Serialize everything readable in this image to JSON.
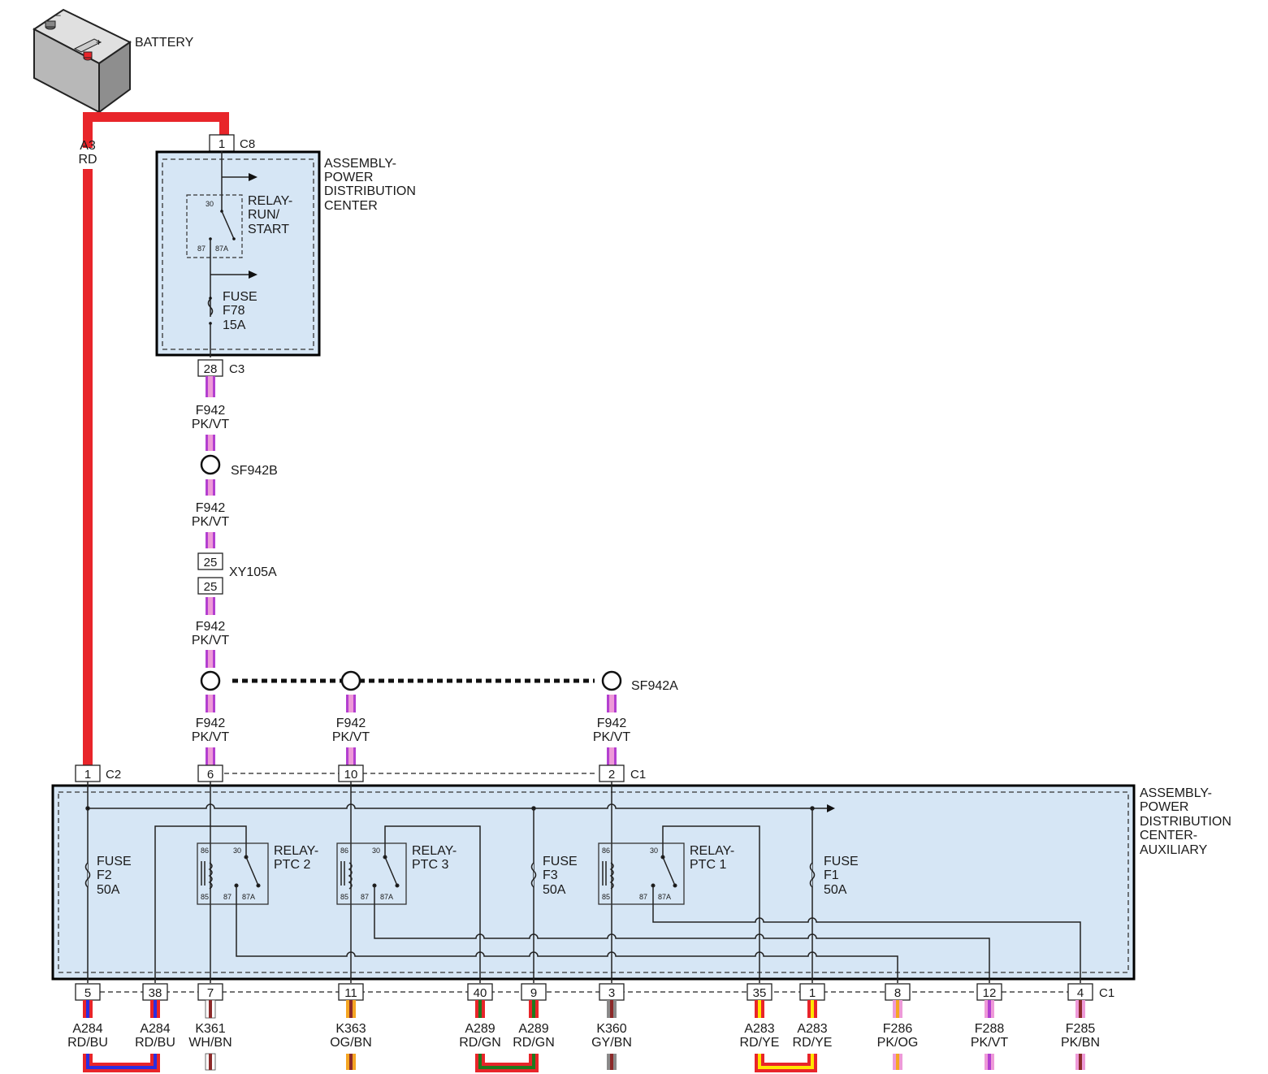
{
  "battery": {
    "label": "BATTERY"
  },
  "pdc": {
    "title": [
      "ASSEMBLY-",
      "POWER",
      "DISTRIBUTION",
      "CENTER"
    ],
    "relay": [
      "RELAY-",
      "RUN/",
      "START"
    ],
    "relay_pins": [
      "30",
      "87",
      "87A"
    ],
    "fuse": [
      "FUSE",
      "F78",
      "15A"
    ],
    "in_pin": "1",
    "in_conn": "C8",
    "out_pin": "28",
    "out_conn": "C3"
  },
  "battery_wire": {
    "circuit": "A3",
    "color": "RD"
  },
  "f942_wire": {
    "circuit": "F942",
    "color": "PK/VT"
  },
  "splices": {
    "b": "SF942B",
    "a": "SF942A"
  },
  "inline_connector": {
    "pin_top": "25",
    "pin_bottom": "25",
    "name": "XY105A"
  },
  "pdca": {
    "title": [
      "ASSEMBLY-",
      "POWER",
      "DISTRIBUTION",
      "CENTER-",
      "AUXILIARY"
    ],
    "top_pins": [
      {
        "pin": "1",
        "conn": "C2"
      },
      {
        "pin": "6"
      },
      {
        "pin": "10"
      },
      {
        "pin": "2",
        "conn": "C1"
      }
    ],
    "fuses": [
      {
        "name": "FUSE",
        "id": "F2",
        "rating": "50A"
      },
      {
        "name": "FUSE",
        "id": "F3",
        "rating": "50A"
      },
      {
        "name": "FUSE",
        "id": "F1",
        "rating": "50A"
      }
    ],
    "relays": [
      {
        "line1": "RELAY-",
        "line2": "PTC 2"
      },
      {
        "line1": "RELAY-",
        "line2": "PTC 3"
      },
      {
        "line1": "RELAY-",
        "line2": "PTC 1"
      }
    ],
    "relay_pins": [
      "86",
      "30",
      "85",
      "87",
      "87A"
    ],
    "bottom_conn": "C1",
    "bottom_pins": [
      {
        "pin": "5",
        "circuit": "A284",
        "color": "RD/BU"
      },
      {
        "pin": "38",
        "circuit": "A284",
        "color": "RD/BU"
      },
      {
        "pin": "7",
        "circuit": "K361",
        "color": "WH/BN"
      },
      {
        "pin": "11",
        "circuit": "K363",
        "color": "OG/BN"
      },
      {
        "pin": "40",
        "circuit": "A289",
        "color": "RD/GN"
      },
      {
        "pin": "9",
        "circuit": "A289",
        "color": "RD/GN"
      },
      {
        "pin": "3",
        "circuit": "K360",
        "color": "GY/BN"
      },
      {
        "pin": "35",
        "circuit": "A283",
        "color": "RD/YE"
      },
      {
        "pin": "1",
        "circuit": "A283",
        "color": "RD/YE"
      },
      {
        "pin": "8",
        "circuit": "F286",
        "color": "PK/OG"
      },
      {
        "pin": "12",
        "circuit": "F288",
        "color": "PK/VT"
      },
      {
        "pin": "4",
        "circuit": "F285",
        "color": "PK/BN"
      }
    ]
  },
  "wire_colors": {
    "red": "#e8252a",
    "blue": "#2b2ee0",
    "pink": "#ee9ad8",
    "violet": "#b33fd0",
    "white": "#ffffff",
    "brown": "#8c2a2a",
    "orange": "#f5a623",
    "green": "#1e7a1e",
    "gray": "#8a8a8a",
    "yellow": "#ffe600",
    "box_fill": "#d6e6f5"
  }
}
